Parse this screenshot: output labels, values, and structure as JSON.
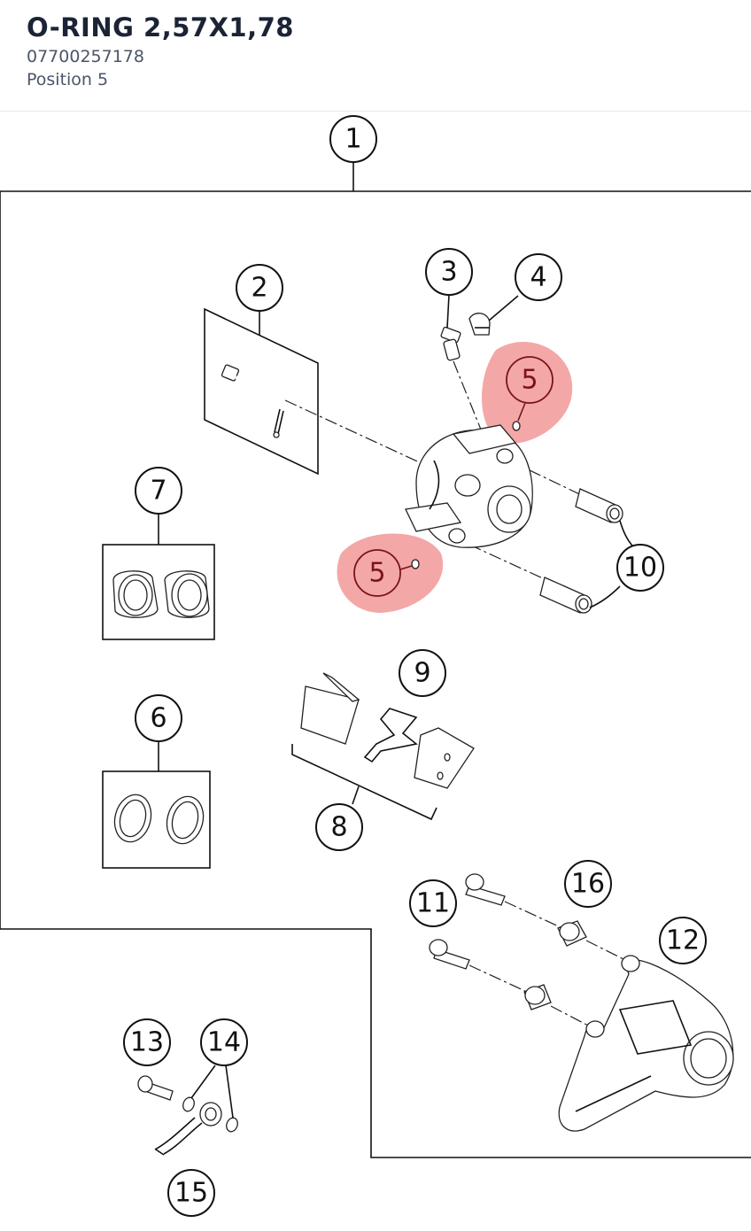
{
  "header": {
    "title": "O-RING 2,57X1,78",
    "part_number": "07700257178",
    "position": "Position 5"
  },
  "diagram": {
    "callouts": {
      "c1": "1",
      "c2": "2",
      "c3": "3",
      "c4": "4",
      "c5a": "5",
      "c5b": "5",
      "c6": "6",
      "c7": "7",
      "c8": "8",
      "c9": "9",
      "c10": "10",
      "c11": "11",
      "c12": "12",
      "c13": "13",
      "c14": "14",
      "c15": "15",
      "c16": "16"
    },
    "highlight_color": "#f08a8a",
    "highlighted_position": "5"
  }
}
